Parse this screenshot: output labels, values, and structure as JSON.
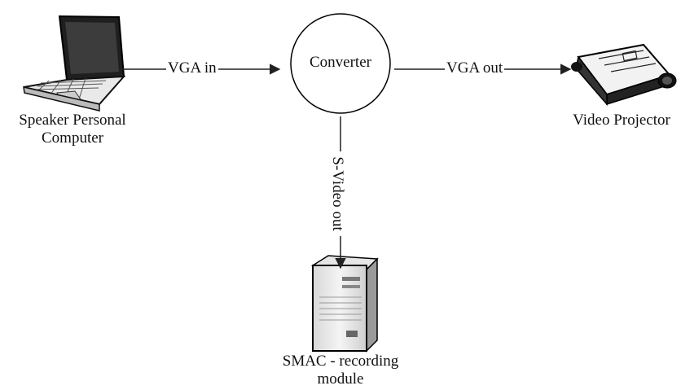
{
  "nodes": {
    "laptop": {
      "label_line1": "Speaker Personal",
      "label_line2": "Computer",
      "icon": "laptop-icon"
    },
    "converter": {
      "label": "Converter"
    },
    "projector": {
      "label": "Video Projector",
      "icon": "projector-icon"
    },
    "server": {
      "label_line1": "SMAC - recording",
      "label_line2": "module",
      "icon": "server-icon"
    }
  },
  "edges": {
    "vga_in": "VGA in",
    "vga_out": "VGA out",
    "svideo_out": "S-Video out"
  }
}
